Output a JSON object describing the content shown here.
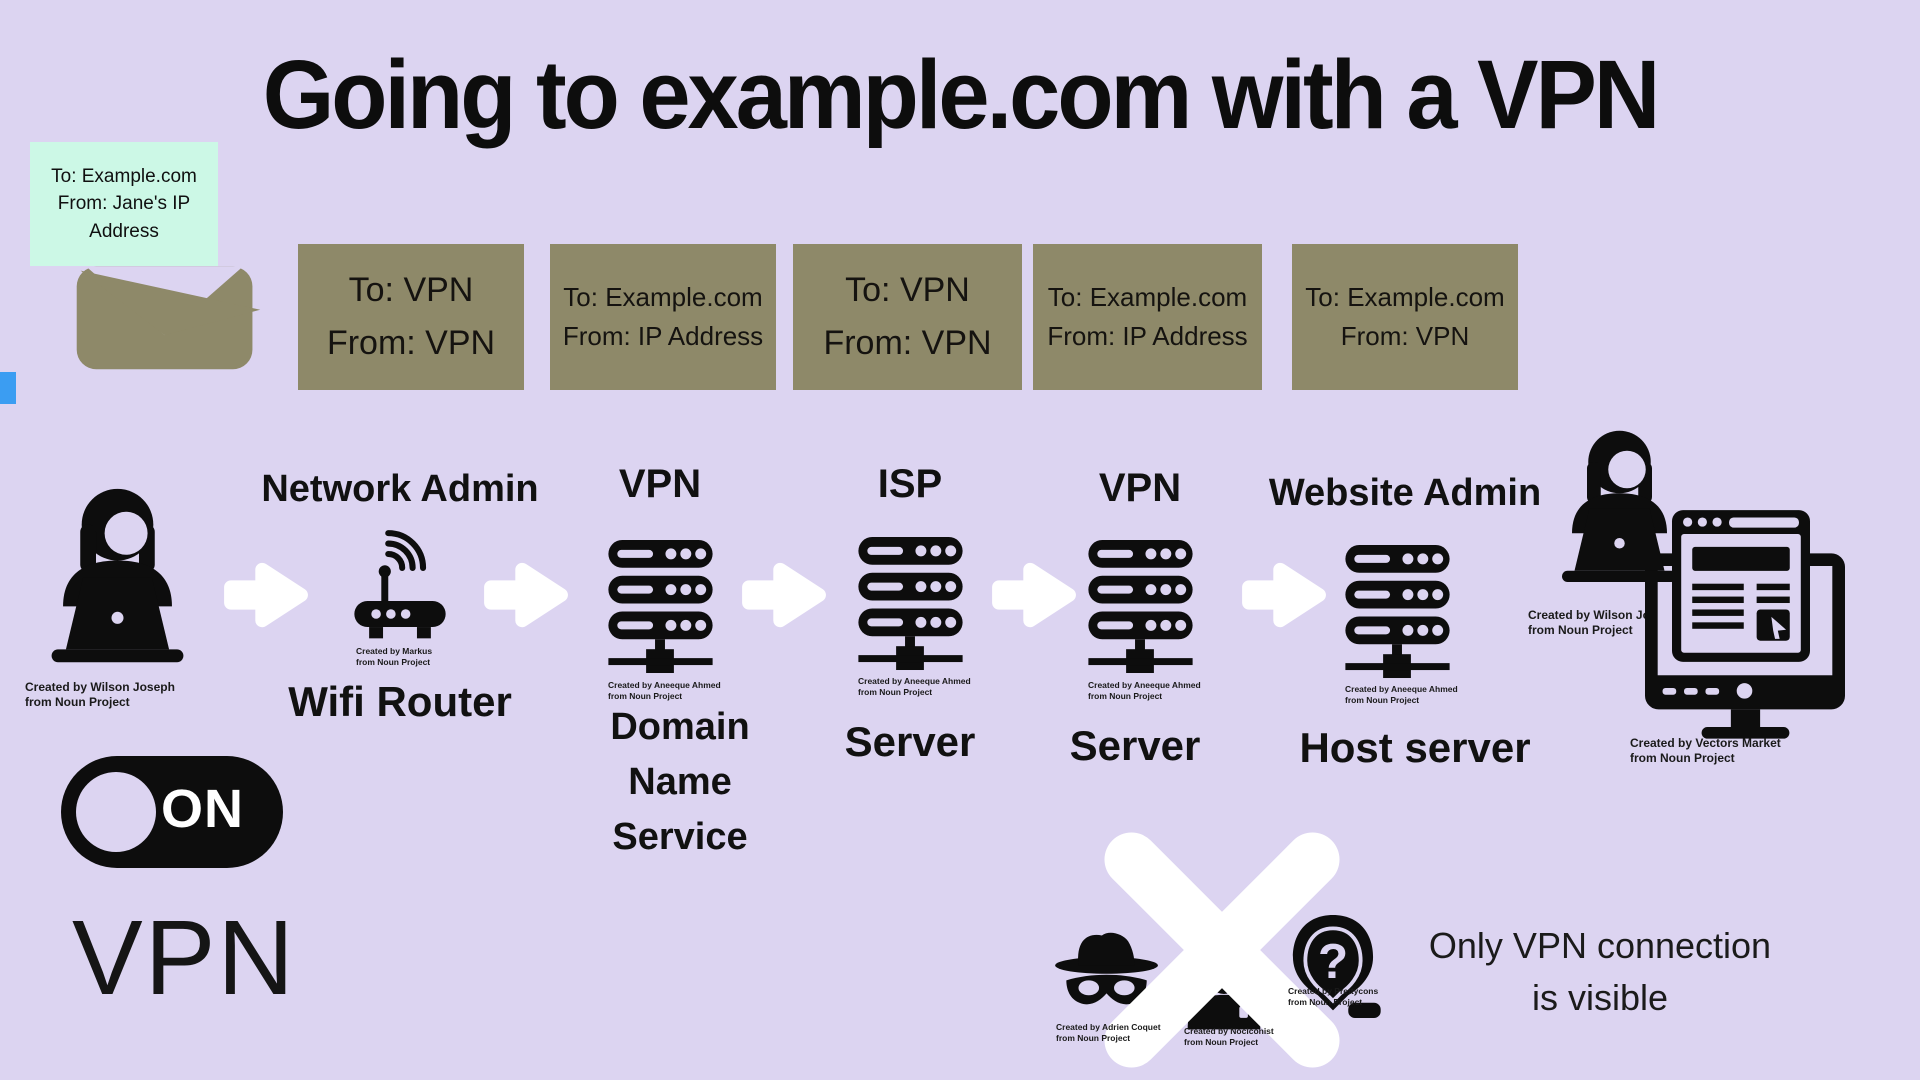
{
  "title": "Going to example.com with a VPN",
  "note": {
    "text": "To: Example.com\nFrom: Jane's IP Address"
  },
  "packets": [
    {
      "to": "To: VPN",
      "from": "From: VPN"
    },
    {
      "to": "To: Example.com",
      "from": "From: IP Address"
    },
    {
      "to": "To: VPN",
      "from": "From: VPN"
    },
    {
      "to": "To: Example.com",
      "from": "From: IP Address"
    },
    {
      "to": "To: Example.com",
      "from": "From: VPN"
    }
  ],
  "flow": {
    "network_admin_label": "Network Admin",
    "wifi_router_label": "Wifi Router",
    "vpn_label_1": "VPN",
    "dns_label": "Domain Name Service",
    "isp_label": "ISP",
    "isp_server_label": "Server",
    "vpn_label_2": "VPN",
    "vpn_server_label": "Server",
    "website_admin_label": "Website Admin",
    "host_server_label": "Host server"
  },
  "toggle": {
    "state_label": "ON",
    "label": "VPN"
  },
  "surveillance": {
    "caption": "Only VPN connection\nis visible"
  },
  "credits": {
    "person_left": "Created by Wilson Joseph\nfrom Noun Project",
    "router": "Created by Markus\nfrom Noun Project",
    "dns_server": "Created by Aneeque Ahmed\nfrom Noun Project",
    "isp_server": "Created by Aneeque Ahmed\nfrom Noun Project",
    "vpn_server": "Created by Aneeque Ahmed\nfrom Noun Project",
    "host_server": "Created by Aneeque Ahmed\nfrom Noun Project",
    "person_right": "Created by Wilson Joseph\nfrom Noun Project",
    "monitor": "Created by Vectors Market\nfrom Noun Project",
    "spy": "Created by Adrien Coquet\nfrom Noun Project",
    "police": "Created by Nociconist\nfrom Noun Project",
    "hacker": "Created by Prettycons\nfrom Noun Project"
  },
  "colors": {
    "background": "#dcd4f1",
    "packet_khaki": "#8e8969",
    "note_mint": "#ccf8e6",
    "icon_black": "#0d0d0d",
    "arrow_white": "#ffffff",
    "accent_blue": "#3b9df2"
  }
}
